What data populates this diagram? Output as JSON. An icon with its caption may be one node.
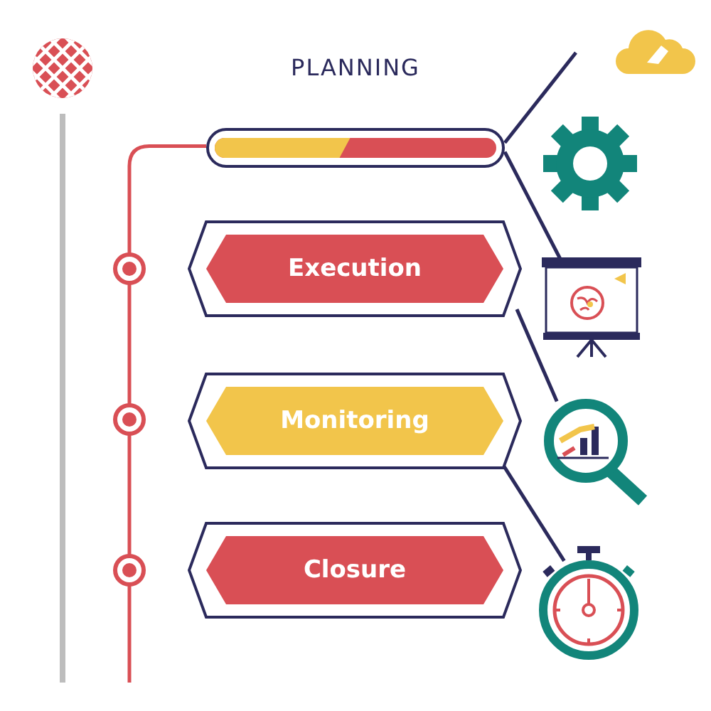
{
  "diagram": {
    "nodes": [
      {
        "text": [
          "PLANNING"
        ]
      },
      {
        "text": [
          "Execution"
        ]
      },
      {
        "text": [
          "Monitoring"
        ]
      },
      {
        "text": [
          "Closure"
        ]
      },
      {
        "text": [],
        "shape": "picture"
      },
      {
        "text": [],
        "shape": "picture"
      },
      {
        "text": [],
        "shape": "picture"
      }
    ],
    "edges": [
      {
        "from": 0,
        "to": null,
        "arrow": "none"
      },
      {
        "from": 0,
        "to": 4,
        "arrow": "none"
      },
      {
        "from": 1,
        "to": 5,
        "arrow": "none"
      },
      {
        "from": 2,
        "to": 6,
        "arrow": "none"
      },
      {
        "from": 0,
        "to": null,
        "arrow": "none",
        "color": "#d94f55"
      }
    ]
  }
}
